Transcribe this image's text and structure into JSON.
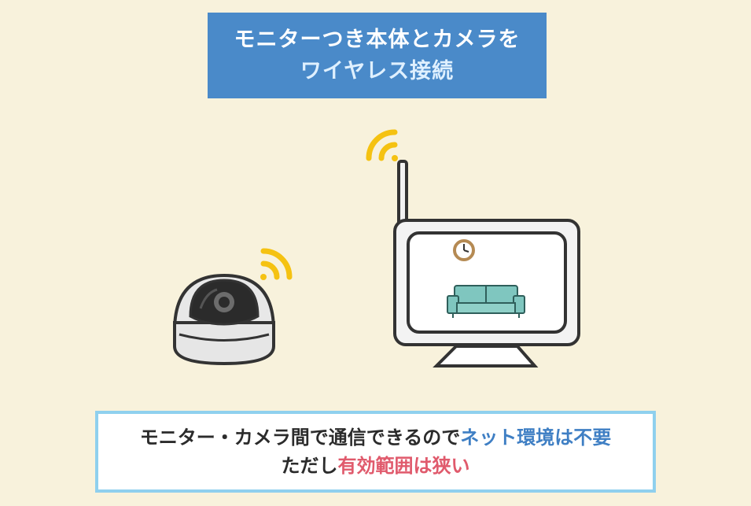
{
  "title": {
    "line1": "モニターつき本体とカメラを",
    "line2": "ワイヤレス接続"
  },
  "caption": {
    "line1_prefix": "モニター・カメラ間で通信できるので",
    "line1_highlight": "ネット環境は不要",
    "line2_prefix": "ただし",
    "line2_highlight": "有効範囲は狭い"
  },
  "colors": {
    "background": "#f8f2dc",
    "title_bg": "#4a8ac9",
    "highlight_blue": "#3f7fc4",
    "highlight_red": "#e05a6c",
    "caption_border": "#8fd0ee",
    "wifi": "#f5c211"
  },
  "icons": [
    "wifi-signal-icon",
    "dome-camera-icon",
    "monitor-icon",
    "clock-icon",
    "sofa-icon"
  ]
}
